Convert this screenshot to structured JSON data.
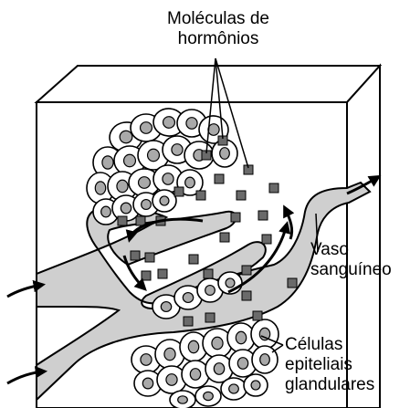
{
  "labels": {
    "hormones": [
      "Moléculas de",
      "hormônios"
    ],
    "vessel": [
      "Vaso",
      "sanguíneo"
    ],
    "cells": [
      "Células",
      "epiteliais",
      "glandulares"
    ]
  },
  "colors": {
    "vessel_fill": "#cfcfcf",
    "hormone_fill": "#6a6a6a",
    "cell_fill": "#ffffff",
    "nucleus_fill": "#a9a9a9",
    "stroke": "#000000"
  }
}
